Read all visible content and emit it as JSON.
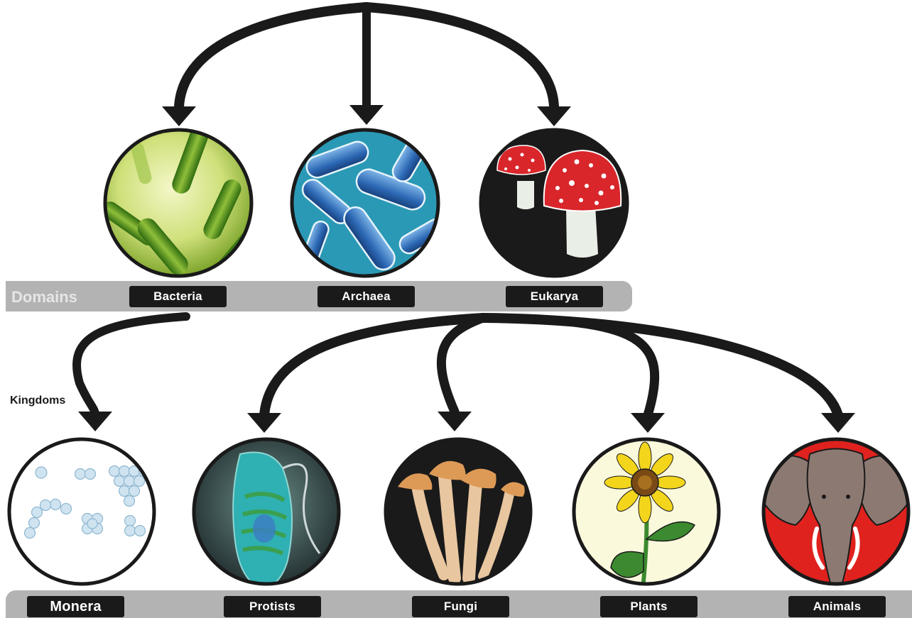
{
  "domains": {
    "title": "Domains",
    "items": [
      {
        "label": "Bacteria"
      },
      {
        "label": "Archaea"
      },
      {
        "label": "Eukarya"
      }
    ]
  },
  "kingdoms": {
    "title": "Kingdoms",
    "items": [
      {
        "label": "Monera"
      },
      {
        "label": "Protists"
      },
      {
        "label": "Fungi"
      },
      {
        "label": "Plants"
      },
      {
        "label": "Animals"
      }
    ]
  },
  "colors": {
    "band": "#b3b3b3",
    "label_bg": "#1a1a1a",
    "arrow": "#1a1a1a",
    "animal_bg": "#e0221e",
    "plant_bg": "#fbf9dc"
  }
}
